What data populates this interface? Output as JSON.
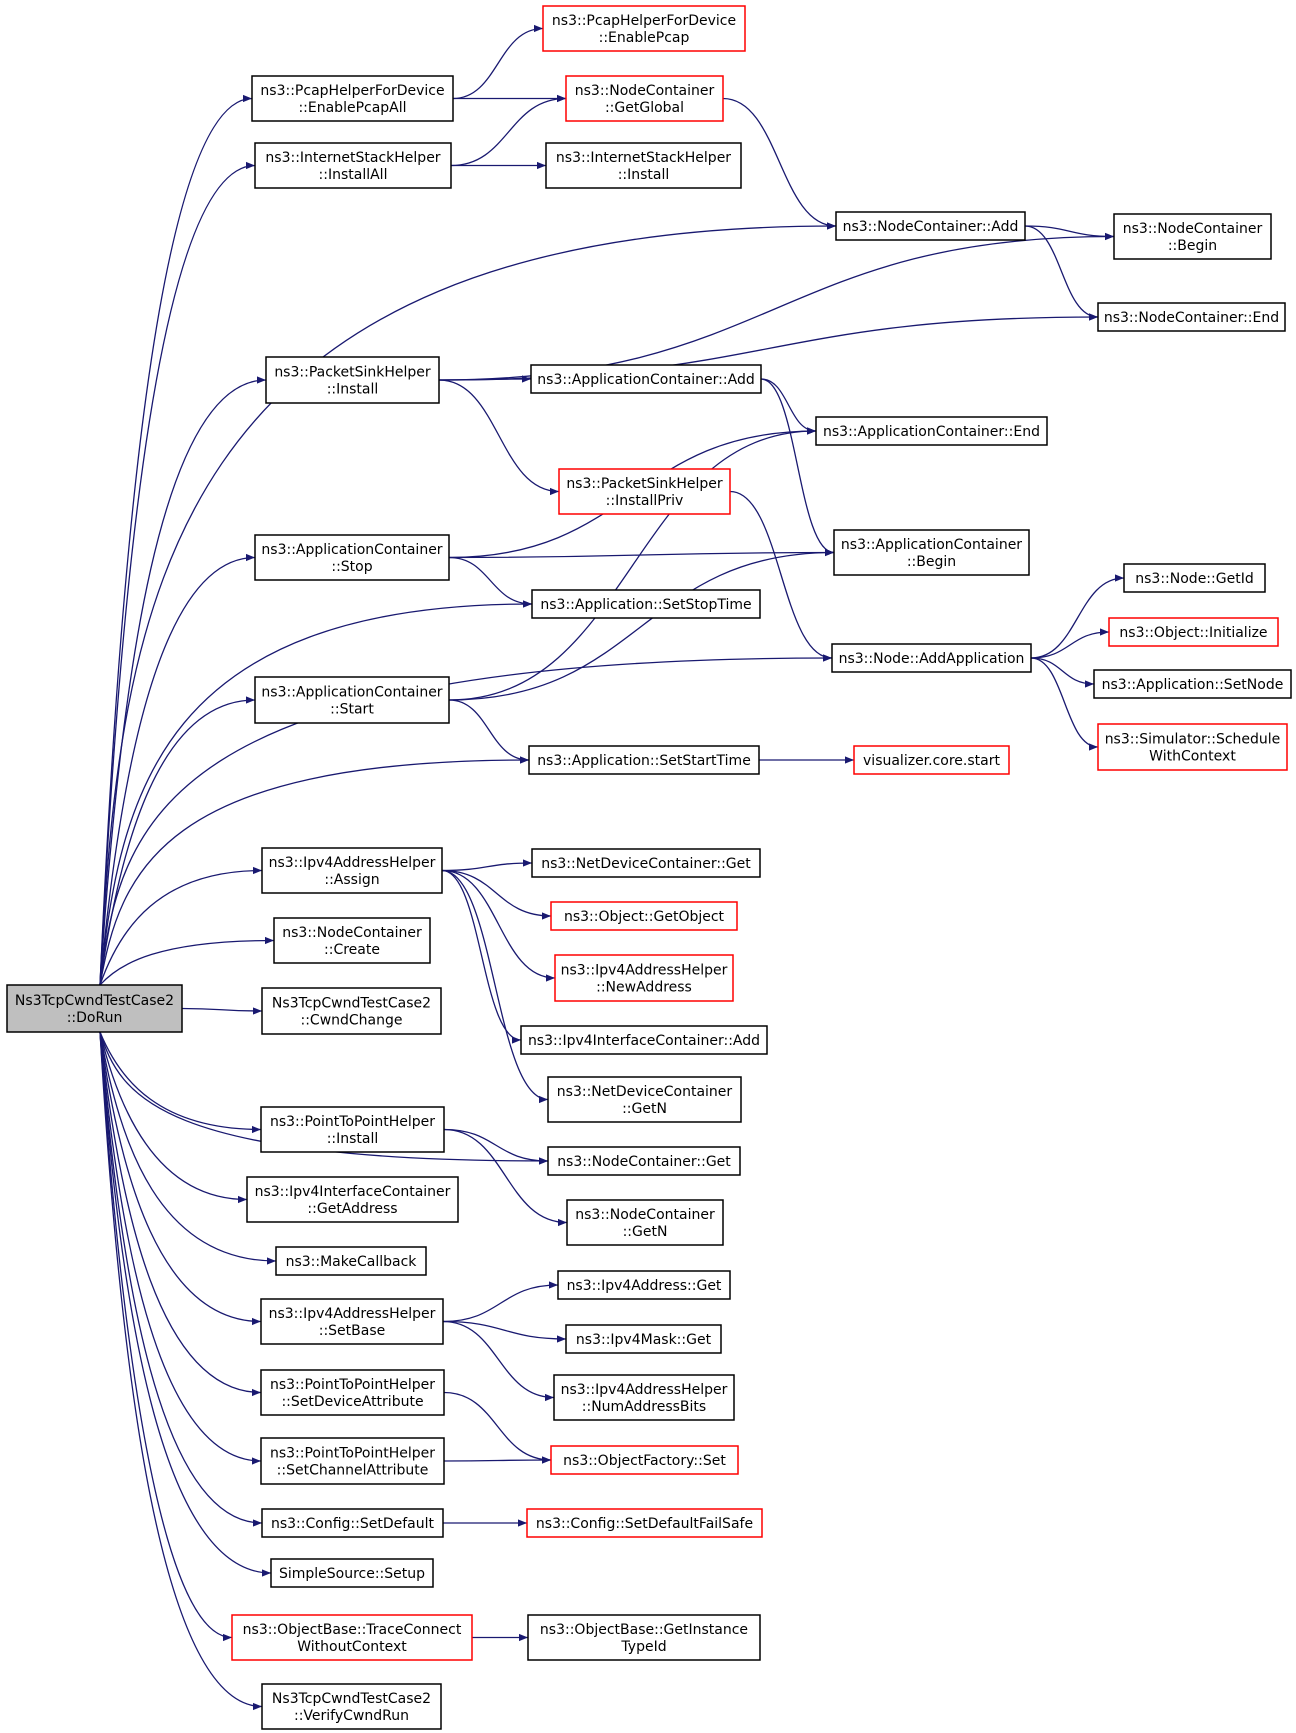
{
  "nodes": {
    "root": {
      "lines": [
        "Ns3TcpCwndTestCase2",
        "::DoRun"
      ],
      "style": "root"
    },
    "pcap_dev_enablepcap": {
      "lines": [
        "ns3::PcapHelperForDevice",
        "::EnablePcap"
      ],
      "style": "red"
    },
    "pcap_enablepcapall": {
      "lines": [
        "ns3::PcapHelperForDevice",
        "::EnablePcapAll"
      ],
      "style": "normal"
    },
    "nc_getglobal": {
      "lines": [
        "ns3::NodeContainer",
        "::GetGlobal"
      ],
      "style": "red"
    },
    "ish_installall": {
      "lines": [
        "ns3::InternetStackHelper",
        "::InstallAll"
      ],
      "style": "normal"
    },
    "ish_install": {
      "lines": [
        "ns3::InternetStackHelper",
        "::Install"
      ],
      "style": "normal"
    },
    "nc_add": {
      "lines": [
        "ns3::NodeContainer::Add"
      ],
      "style": "normal"
    },
    "nc_begin": {
      "lines": [
        "ns3::NodeContainer",
        "::Begin"
      ],
      "style": "normal"
    },
    "nc_end": {
      "lines": [
        "ns3::NodeContainer::End"
      ],
      "style": "normal"
    },
    "psh_install": {
      "lines": [
        "ns3::PacketSinkHelper",
        "::Install"
      ],
      "style": "normal"
    },
    "ac_add": {
      "lines": [
        "ns3::ApplicationContainer::Add"
      ],
      "style": "normal"
    },
    "ac_end": {
      "lines": [
        "ns3::ApplicationContainer::End"
      ],
      "style": "normal"
    },
    "psh_installpriv": {
      "lines": [
        "ns3::PacketSinkHelper",
        "::InstallPriv"
      ],
      "style": "red"
    },
    "ac_stop": {
      "lines": [
        "ns3::ApplicationContainer",
        "::Stop"
      ],
      "style": "normal"
    },
    "ac_begin": {
      "lines": [
        "ns3::ApplicationContainer",
        "::Begin"
      ],
      "style": "normal"
    },
    "app_setstoptime": {
      "lines": [
        "ns3::Application::SetStopTime"
      ],
      "style": "normal"
    },
    "node_getid": {
      "lines": [
        "ns3::Node::GetId"
      ],
      "style": "normal"
    },
    "obj_initialize": {
      "lines": [
        "ns3::Object::Initialize"
      ],
      "style": "red"
    },
    "node_addapp": {
      "lines": [
        "ns3::Node::AddApplication"
      ],
      "style": "normal"
    },
    "ac_start": {
      "lines": [
        "ns3::ApplicationContainer",
        "::Start"
      ],
      "style": "normal"
    },
    "app_setnode": {
      "lines": [
        "ns3::Application::SetNode"
      ],
      "style": "normal"
    },
    "sim_schedule": {
      "lines": [
        "ns3::Simulator::Schedule",
        "WithContext"
      ],
      "style": "red"
    },
    "app_setstarttime": {
      "lines": [
        "ns3::Application::SetStartTime"
      ],
      "style": "normal"
    },
    "vis_start": {
      "lines": [
        "visualizer.core.start"
      ],
      "style": "red"
    },
    "ipv4ah_assign": {
      "lines": [
        "ns3::Ipv4AddressHelper",
        "::Assign"
      ],
      "style": "normal"
    },
    "ndc_get": {
      "lines": [
        "ns3::NetDeviceContainer::Get"
      ],
      "style": "normal"
    },
    "obj_getobject": {
      "lines": [
        "ns3::Object::GetObject"
      ],
      "style": "red"
    },
    "nc_create": {
      "lines": [
        "ns3::NodeContainer",
        "::Create"
      ],
      "style": "normal"
    },
    "ipv4ah_newaddress": {
      "lines": [
        "ns3::Ipv4AddressHelper",
        "::NewAddress"
      ],
      "style": "red"
    },
    "cwndchange": {
      "lines": [
        "Ns3TcpCwndTestCase2",
        "::CwndChange"
      ],
      "style": "normal"
    },
    "ipv4ic_add": {
      "lines": [
        "ns3::Ipv4InterfaceContainer::Add"
      ],
      "style": "normal"
    },
    "ndc_getn": {
      "lines": [
        "ns3::NetDeviceContainer",
        "::GetN"
      ],
      "style": "normal"
    },
    "p2p_install": {
      "lines": [
        "ns3::PointToPointHelper",
        "::Install"
      ],
      "style": "normal"
    },
    "nc_get": {
      "lines": [
        "ns3::NodeContainer::Get"
      ],
      "style": "normal"
    },
    "ipv4ic_getaddress": {
      "lines": [
        "ns3::Ipv4InterfaceContainer",
        "::GetAddress"
      ],
      "style": "normal"
    },
    "nc_getn": {
      "lines": [
        "ns3::NodeContainer",
        "::GetN"
      ],
      "style": "normal"
    },
    "makecallback": {
      "lines": [
        "ns3::MakeCallback"
      ],
      "style": "normal"
    },
    "ipv4addr_get": {
      "lines": [
        "ns3::Ipv4Address::Get"
      ],
      "style": "normal"
    },
    "ipv4ah_setbase": {
      "lines": [
        "ns3::Ipv4AddressHelper",
        "::SetBase"
      ],
      "style": "normal"
    },
    "ipv4mask_get": {
      "lines": [
        "ns3::Ipv4Mask::Get"
      ],
      "style": "normal"
    },
    "ipv4ah_numaddrbits": {
      "lines": [
        "ns3::Ipv4AddressHelper",
        "::NumAddressBits"
      ],
      "style": "normal"
    },
    "p2p_setdeviceattr": {
      "lines": [
        "ns3::PointToPointHelper",
        "::SetDeviceAttribute"
      ],
      "style": "normal"
    },
    "p2p_setchannelattr": {
      "lines": [
        "ns3::PointToPointHelper",
        "::SetChannelAttribute"
      ],
      "style": "normal"
    },
    "of_set": {
      "lines": [
        "ns3::ObjectFactory::Set"
      ],
      "style": "red"
    },
    "config_setdefault": {
      "lines": [
        "ns3::Config::SetDefault"
      ],
      "style": "normal"
    },
    "config_setdefaultfs": {
      "lines": [
        "ns3::Config::SetDefaultFailSafe"
      ],
      "style": "red"
    },
    "simplesource_setup": {
      "lines": [
        "SimpleSource::Setup"
      ],
      "style": "normal"
    },
    "ob_traceconnect": {
      "lines": [
        "ns3::ObjectBase::TraceConnect",
        "WithoutContext"
      ],
      "style": "red"
    },
    "ob_getinstancetypeid": {
      "lines": [
        "ns3::ObjectBase::GetInstance",
        "TypeId"
      ],
      "style": "normal"
    },
    "verifycwndrun": {
      "lines": [
        "Ns3TcpCwndTestCase2",
        "::VerifyCwndRun"
      ],
      "style": "normal"
    }
  },
  "edges": [
    [
      "root",
      "pcap_enablepcapall"
    ],
    [
      "root",
      "ish_installall"
    ],
    [
      "root",
      "nc_add"
    ],
    [
      "root",
      "psh_install"
    ],
    [
      "root",
      "ac_stop"
    ],
    [
      "root",
      "app_setstoptime"
    ],
    [
      "root",
      "ac_start"
    ],
    [
      "root",
      "app_setstarttime"
    ],
    [
      "root",
      "node_addapp"
    ],
    [
      "root",
      "ipv4ah_assign"
    ],
    [
      "root",
      "nc_create"
    ],
    [
      "root",
      "cwndchange"
    ],
    [
      "root",
      "nc_get"
    ],
    [
      "root",
      "p2p_install"
    ],
    [
      "root",
      "ipv4ic_getaddress"
    ],
    [
      "root",
      "makecallback"
    ],
    [
      "root",
      "ipv4ah_setbase"
    ],
    [
      "root",
      "p2p_setdeviceattr"
    ],
    [
      "root",
      "p2p_setchannelattr"
    ],
    [
      "root",
      "config_setdefault"
    ],
    [
      "root",
      "simplesource_setup"
    ],
    [
      "root",
      "ob_traceconnect"
    ],
    [
      "root",
      "verifycwndrun"
    ],
    [
      "pcap_enablepcapall",
      "pcap_dev_enablepcap"
    ],
    [
      "pcap_enablepcapall",
      "nc_getglobal"
    ],
    [
      "ish_installall",
      "nc_getglobal"
    ],
    [
      "ish_installall",
      "ish_install"
    ],
    [
      "nc_getglobal",
      "nc_add"
    ],
    [
      "nc_add",
      "nc_begin"
    ],
    [
      "nc_add",
      "nc_end"
    ],
    [
      "psh_install",
      "nc_begin"
    ],
    [
      "psh_install",
      "nc_end"
    ],
    [
      "psh_install",
      "ac_add"
    ],
    [
      "psh_install",
      "psh_installpriv"
    ],
    [
      "ac_add",
      "ac_end"
    ],
    [
      "ac_add",
      "ac_begin"
    ],
    [
      "psh_installpriv",
      "node_addapp"
    ],
    [
      "ac_stop",
      "ac_end"
    ],
    [
      "ac_stop",
      "ac_begin"
    ],
    [
      "ac_stop",
      "app_setstoptime"
    ],
    [
      "ac_start",
      "ac_end"
    ],
    [
      "ac_start",
      "ac_begin"
    ],
    [
      "ac_start",
      "app_setstarttime"
    ],
    [
      "app_setstarttime",
      "vis_start"
    ],
    [
      "node_addapp",
      "node_getid"
    ],
    [
      "node_addapp",
      "obj_initialize"
    ],
    [
      "node_addapp",
      "app_setnode"
    ],
    [
      "node_addapp",
      "sim_schedule"
    ],
    [
      "ipv4ah_assign",
      "ndc_get"
    ],
    [
      "ipv4ah_assign",
      "obj_getobject"
    ],
    [
      "ipv4ah_assign",
      "ipv4ah_newaddress"
    ],
    [
      "ipv4ah_assign",
      "ipv4ic_add"
    ],
    [
      "ipv4ah_assign",
      "ndc_getn"
    ],
    [
      "p2p_install",
      "nc_get"
    ],
    [
      "p2p_install",
      "nc_getn"
    ],
    [
      "ipv4ah_setbase",
      "ipv4addr_get"
    ],
    [
      "ipv4ah_setbase",
      "ipv4mask_get"
    ],
    [
      "ipv4ah_setbase",
      "ipv4ah_numaddrbits"
    ],
    [
      "p2p_setdeviceattr",
      "of_set"
    ],
    [
      "p2p_setchannelattr",
      "of_set"
    ],
    [
      "config_setdefault",
      "config_setdefaultfs"
    ],
    [
      "ob_traceconnect",
      "ob_getinstancetypeid"
    ]
  ]
}
